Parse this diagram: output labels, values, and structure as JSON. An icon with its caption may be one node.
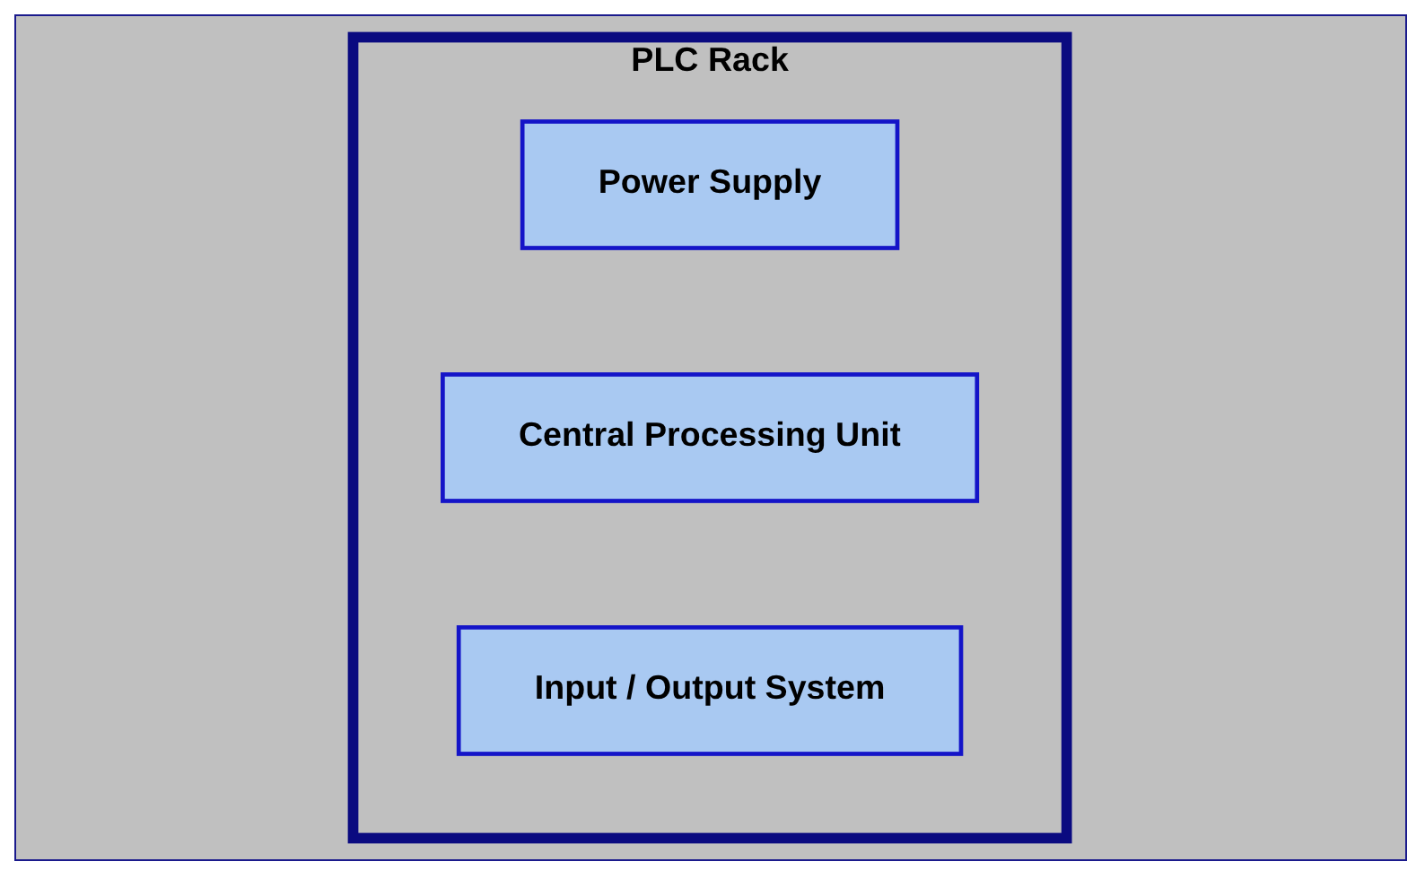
{
  "diagram": {
    "nodes": [
      {
        "text": [
          "PLC Rack"
        ]
      },
      {
        "text": [
          "Power Supply"
        ],
        "in": 0
      },
      {
        "text": [
          "Central Processing Unit"
        ],
        "in": 0
      },
      {
        "text": [
          "Input / Output System"
        ],
        "in": 0
      }
    ]
  }
}
